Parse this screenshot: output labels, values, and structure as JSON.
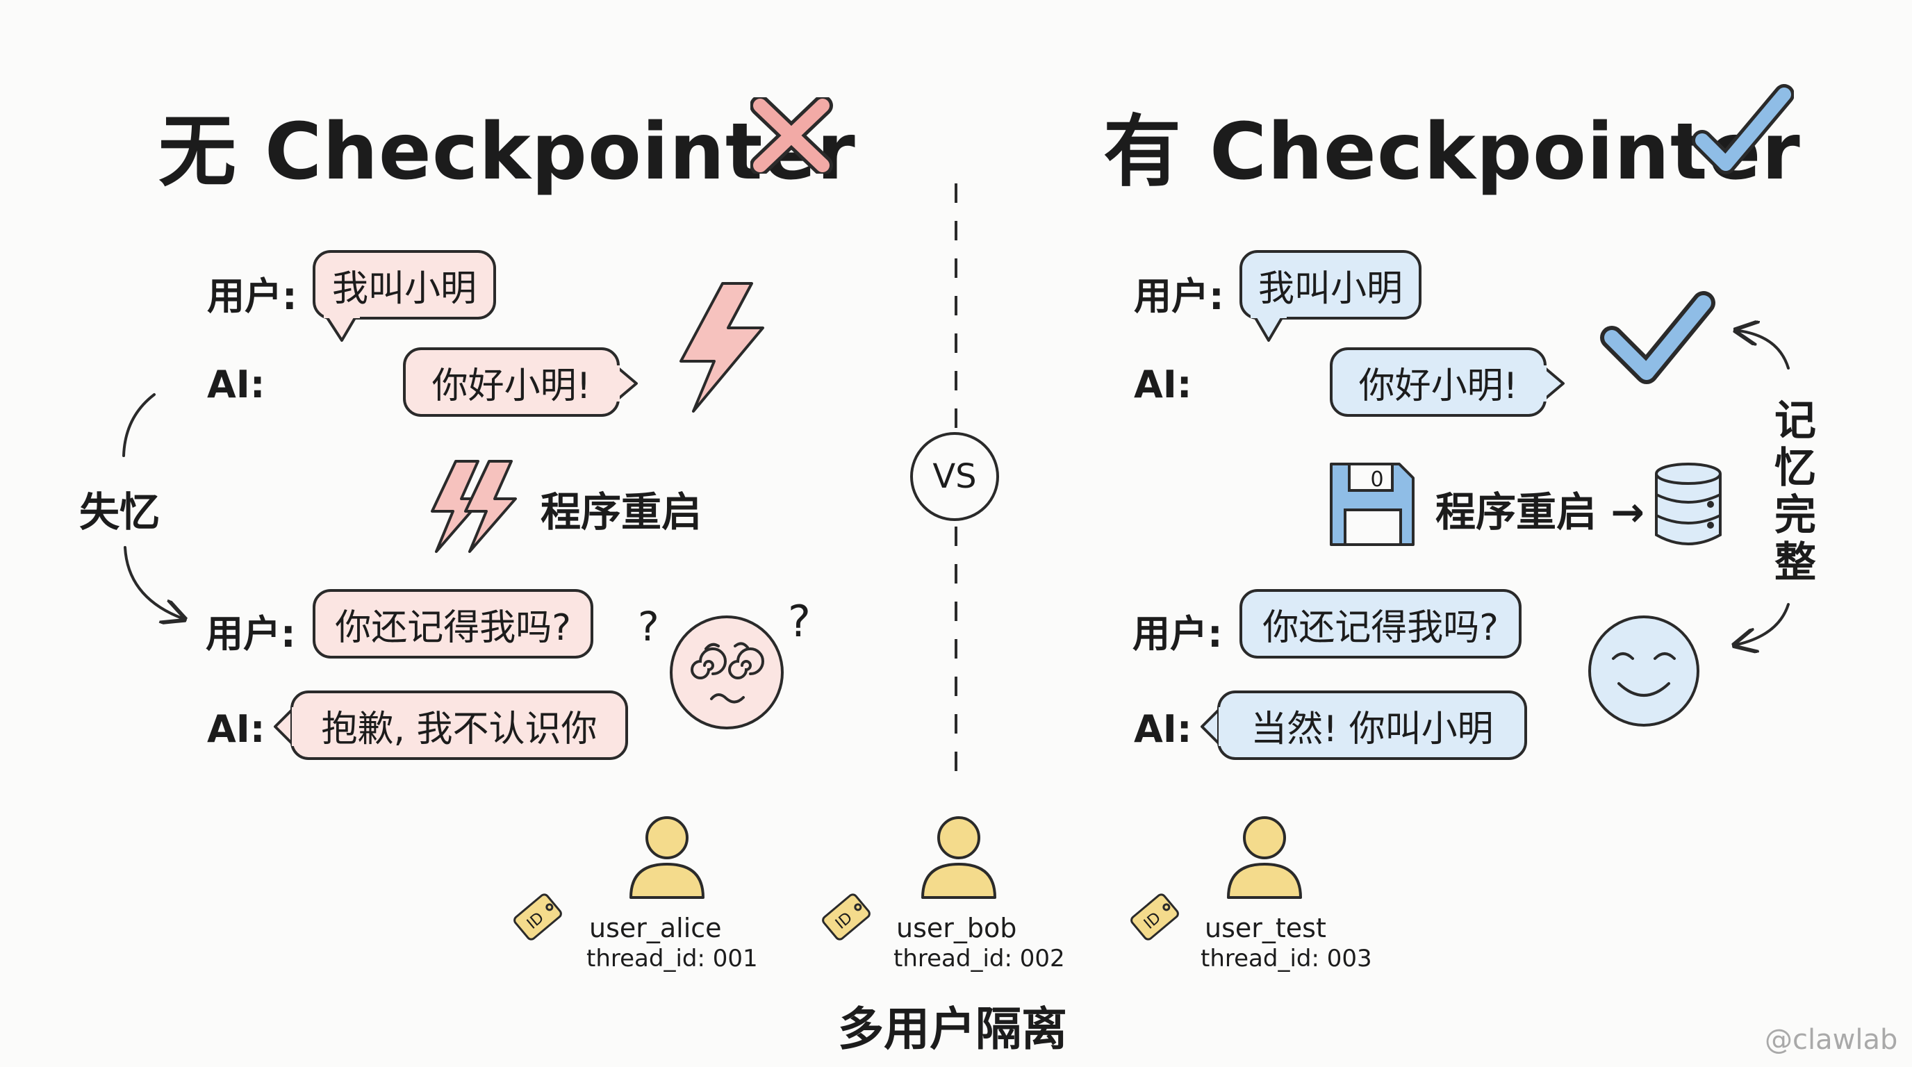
{
  "left": {
    "title_prefix": "无",
    "title_word": "Checkpointer",
    "dialog": [
      {
        "speaker": "用户:",
        "text": "我叫小明"
      },
      {
        "speaker": "AI:",
        "text": "你好小明!"
      },
      {
        "speaker": "用户:",
        "text": "你还记得我吗?"
      },
      {
        "speaker": "AI:",
        "text": "抱歉, 我不认识你"
      }
    ],
    "restart_label": "程序重启",
    "memory_label": "失忆",
    "question_mark": "?"
  },
  "right": {
    "title_prefix": "有",
    "title_word": "Checkpointer",
    "dialog": [
      {
        "speaker": "用户:",
        "text": "我叫小明"
      },
      {
        "speaker": "AI:",
        "text": "你好小明!"
      },
      {
        "speaker": "用户:",
        "text": "你还记得我吗?"
      },
      {
        "speaker": "AI:",
        "text": "当然! 你叫小明"
      }
    ],
    "restart_label": "程序重启 →",
    "memory_label_chars": [
      "记",
      "忆",
      "完",
      "整"
    ],
    "floppy_label": "0"
  },
  "vs_label": "VS",
  "users": [
    {
      "name": "user_alice",
      "thread": "thread_id: 001"
    },
    {
      "name": "user_bob",
      "thread": "thread_id: 002"
    },
    {
      "name": "user_test",
      "thread": "thread_id: 003"
    }
  ],
  "id_tag_text": "ID",
  "isolation_label": "多用户隔离",
  "watermark": "@clawlab",
  "colors": {
    "red_bubble": "#fbe5e2",
    "red_accent": "#f2aaa6",
    "blue_bubble": "#dcebf8",
    "blue_accent": "#8fbde6",
    "user_icon": "#f4db8c",
    "outline": "#2a2a2a"
  }
}
